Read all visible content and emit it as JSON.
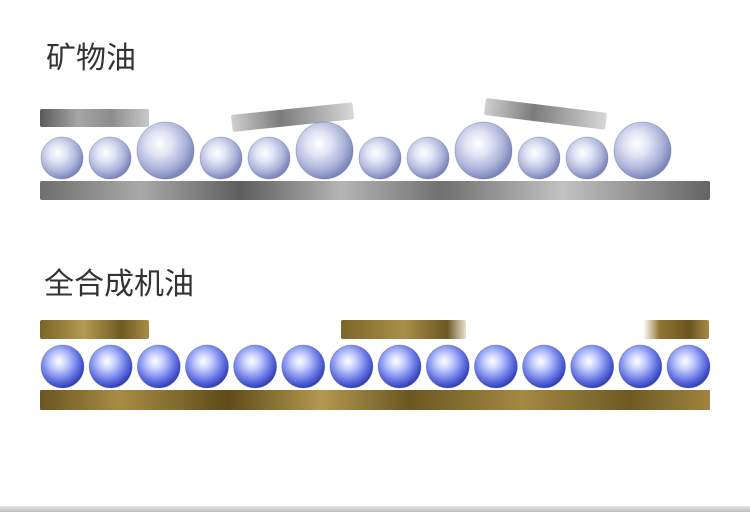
{
  "sections": {
    "mineral": {
      "title": "矿物油",
      "ball_sizes": [
        "small",
        "small",
        "large",
        "small",
        "small",
        "large",
        "small",
        "small",
        "large",
        "small",
        "small",
        "large"
      ],
      "colors": {
        "metal_light": "#c8c8c8",
        "metal_dark": "#5a5a5a",
        "ball_core": "#eef0fb",
        "ball_edge": "#8a93c4"
      }
    },
    "synthetic": {
      "title": "全合成机油",
      "ball_count": 14,
      "colors": {
        "metal_light": "#b89e55",
        "metal_dark": "#5c4a1c",
        "ball_core": "#e6ebff",
        "ball_edge": "#3d4fc2"
      }
    }
  }
}
